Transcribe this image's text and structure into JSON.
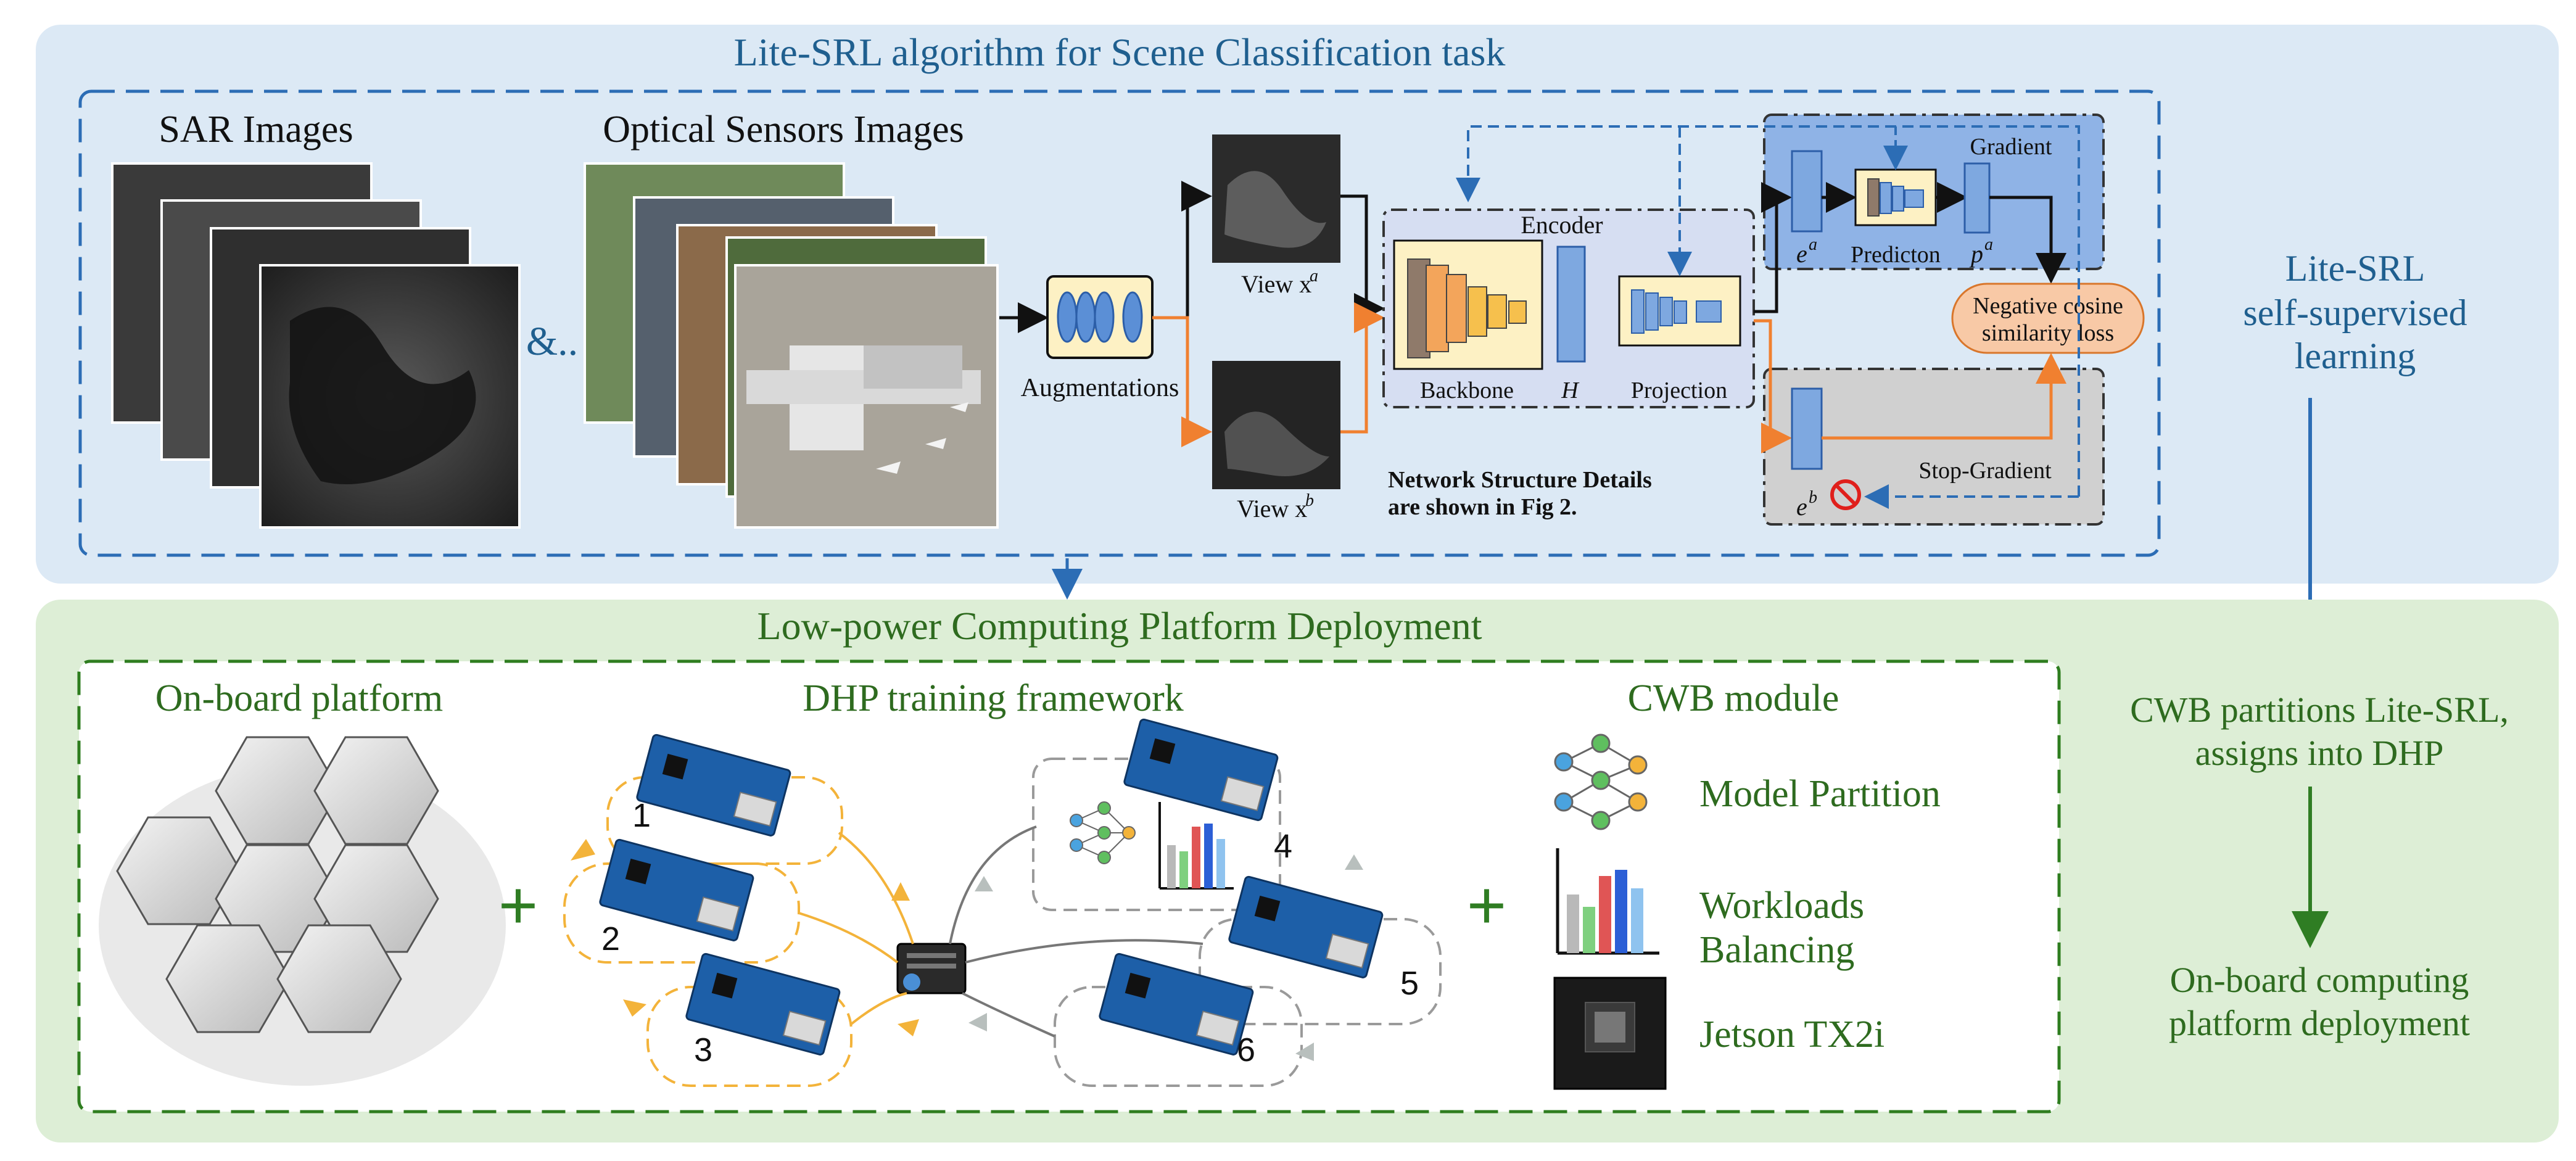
{
  "top_panel": {
    "title": "Lite-SRL algorithm for Scene Classification task",
    "sar_label": "SAR Images",
    "optical_label": "Optical Sensors Images",
    "and_symbol": "&..",
    "augmentations_label": "Augmentations",
    "view_a_label": "View x",
    "view_a_sup": "a",
    "view_b_label": "View x",
    "view_b_sup": "b",
    "encoder_label": "Encoder",
    "backbone_label": "Backbone",
    "h_label": "H",
    "projection_label": "Projection",
    "ea_label": "e",
    "ea_sup": "a",
    "predictor_label": "Predicton",
    "pa_label": "p",
    "pa_sup": "a",
    "gradient_label": "Gradient",
    "loss_label_line1": "Negative cosine",
    "loss_label_line2": "similarity loss",
    "stop_gradient_label": "Stop-Gradient",
    "eb_label": "e",
    "eb_sup": "b",
    "note_line1": "Network Structure Details",
    "note_line2": "are shown in Fig 2."
  },
  "right_flow": {
    "lite_srl_line1": "Lite-SRL",
    "lite_srl_line2": "self-supervised",
    "lite_srl_line3": "learning",
    "cwb_line1": "CWB partitions Lite-SRL,",
    "cwb_line2": "assigns into DHP",
    "deploy_line1": "On-board computing",
    "deploy_line2": "platform deployment"
  },
  "bottom_panel": {
    "title": "Low-power Computing Platform Deployment",
    "onboard_label": "On-board platform",
    "dhp_label": "DHP  training framework",
    "cwb_module_label": "CWB module",
    "plus": "+",
    "board_numbers": [
      "1",
      "2",
      "3",
      "4",
      "5",
      "6"
    ],
    "model_partition_label": "Model Partition",
    "workloads_line1": "Workloads",
    "workloads_line2": "Balancing",
    "jetson_label": "Jetson TX2i"
  },
  "colors": {
    "top_bg": "#dce9f5",
    "bottom_bg": "#ddeed6",
    "top_text": "#1f5f8f",
    "bottom_text": "#2e6b1f",
    "orange": "#f08030",
    "loss_fill": "#f8c9a6"
  }
}
